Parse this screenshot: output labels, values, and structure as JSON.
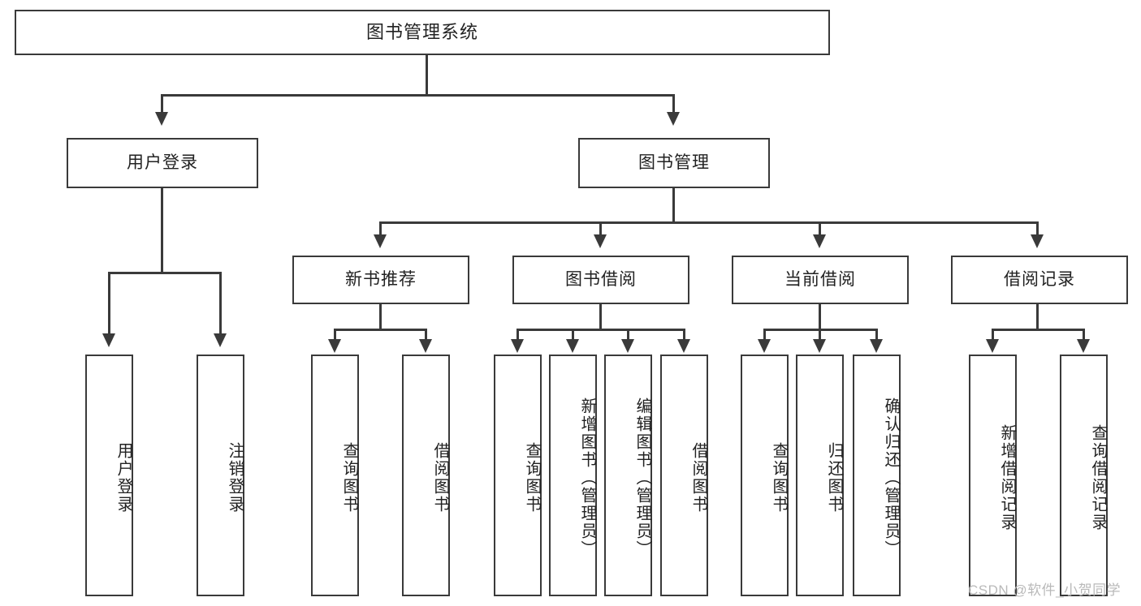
{
  "diagram": {
    "type": "tree-hierarchy-diagram",
    "title": "图书管理系统",
    "root": {
      "label": "图书管理系统"
    },
    "level2": [
      {
        "label": "用户登录"
      },
      {
        "label": "图书管理"
      }
    ],
    "level3": [
      {
        "label": "新书推荐"
      },
      {
        "label": "图书借阅"
      },
      {
        "label": "当前借阅"
      },
      {
        "label": "借阅记录"
      }
    ],
    "leaves": {
      "user_login": [
        {
          "label": "用户登录"
        },
        {
          "label": "注销登录"
        }
      ],
      "new_book_recommend": [
        {
          "label": "查询图书"
        },
        {
          "label": "借阅图书"
        }
      ],
      "book_borrow": [
        {
          "label": "查询图书"
        },
        {
          "label": "新增图书（管理员）"
        },
        {
          "label": "编辑图书（管理员）"
        },
        {
          "label": "借阅图书"
        }
      ],
      "current_borrow": [
        {
          "label": "查询图书"
        },
        {
          "label": "归还图书"
        },
        {
          "label": "确认归还（管理员）"
        }
      ],
      "borrow_record": [
        {
          "label": "新增借阅记录"
        },
        {
          "label": "查询借阅记录"
        }
      ]
    },
    "watermark": "CSDN @软件_小贺同学",
    "colors": {
      "stroke": "#3a3a3a",
      "fill": "#ffffff",
      "text": "#222222",
      "watermark": "#b9b9b9"
    }
  }
}
